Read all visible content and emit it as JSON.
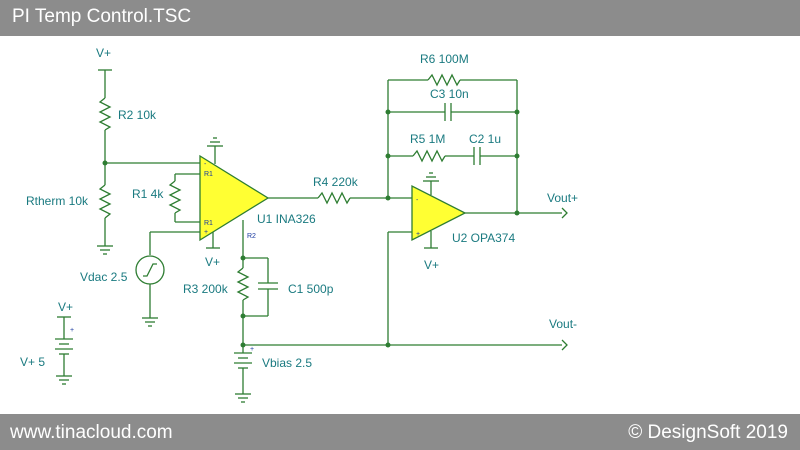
{
  "window": {
    "title": "PI Temp Control.TSC"
  },
  "footer": {
    "left": "www.tinacloud.com",
    "right": "© DesignSoft 2019"
  },
  "labels": {
    "vplus_top": "V+",
    "r2": "R2 10k",
    "rtherm": "Rtherm 10k",
    "r1": "R1 4k",
    "u1": "U1 INA326",
    "u1_vplus": "V+",
    "vdac": "Vdac 2.5",
    "r3": "R3 200k",
    "c1": "C1 500p",
    "r4": "R4 220k",
    "r6": "R6 100M",
    "c3": "C3 10n",
    "r5": "R5 1M",
    "c2": "C2 1u",
    "u2": "U2 OPA374",
    "u2_vplus": "V+",
    "vout_plus": "Vout+",
    "vout_minus": "Vout-",
    "vbias": "Vbias 2.5",
    "vplus_source": "V+ 5",
    "vplus_source_label": "V+"
  },
  "pins": {
    "u1_r1_top": "R1",
    "u1_r1_bottom": "R1",
    "u1_r2": "R2",
    "plus": "+",
    "minus": "-"
  }
}
